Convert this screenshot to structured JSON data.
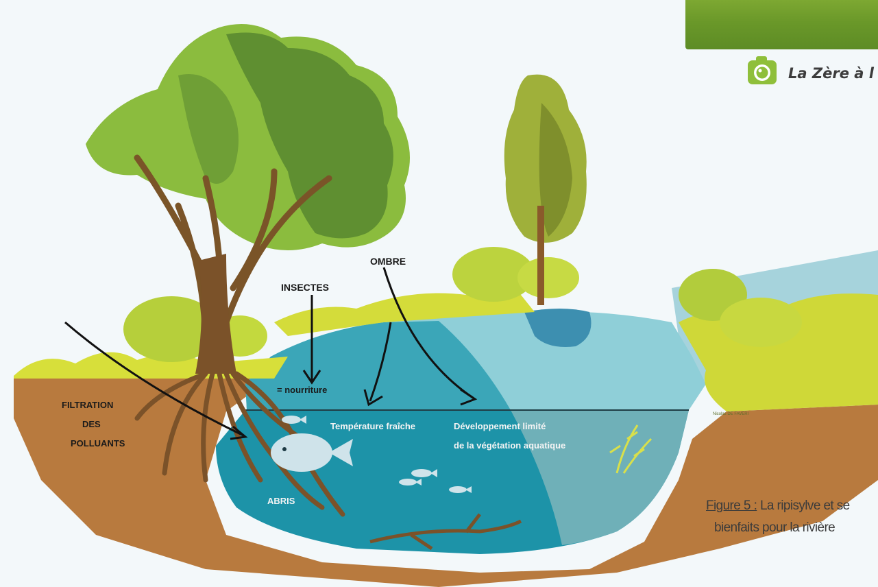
{
  "photo": {
    "caption": "La Zère à l"
  },
  "labels": {
    "insectes": "INSECTES",
    "ombre": "OMBRE",
    "nourriture": "= nourriture",
    "filtration_line1": "FILTRATION",
    "filtration_line2": "DES",
    "filtration_line3": "POLLUANTS",
    "temperature": "Température fraîche",
    "developpement_line1": "Développement limité",
    "developpement_line2": "de la végétation aquatique",
    "abris": "ABRIS"
  },
  "figure": {
    "number": "Figure 5 :",
    "caption_line1": " La ripisylve et se",
    "caption_line2": "bienfaits pour la rivière"
  },
  "credit": "Nicolas DE FAVERI"
}
